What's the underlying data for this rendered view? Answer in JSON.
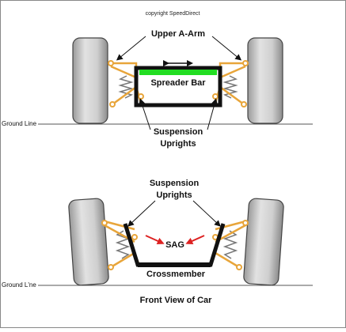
{
  "header": {
    "copyright": "copyright SpeedDirect"
  },
  "top_diagram": {
    "upper_a_arm": "Upper A-Arm",
    "spreader_bar": "Spreader Bar",
    "suspension_uprights_line1": "Suspension",
    "suspension_uprights_line2": "Uprights",
    "ground_line": "Ground Line"
  },
  "bottom_diagram": {
    "suspension_uprights_line1": "Suspension",
    "suspension_uprights_line2": "Uprights",
    "sag": "SAG",
    "crossmember": "Crossmember",
    "ground_line": "Ground L'ne",
    "caption": "Front View of Car"
  },
  "colors": {
    "arm": "#e8a53a",
    "frame": "#111111",
    "spreader_bar": "#22dd22",
    "sag_arrow": "#dd2222",
    "tire": "#d0d0d0",
    "tire_shadow": "#8a8a8a"
  }
}
